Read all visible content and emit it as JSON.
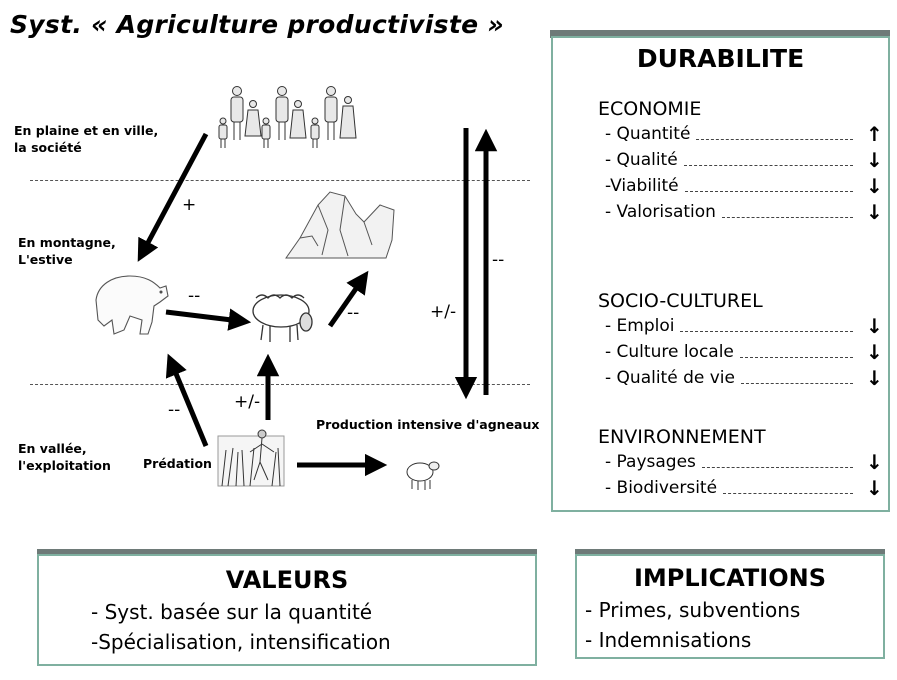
{
  "title": "Syst. « Agriculture productiviste »",
  "diagram": {
    "zones": {
      "plaine": [
        "En plaine et en ville,",
        "la société"
      ],
      "montagne": [
        "En montagne,",
        "L'estive"
      ],
      "vallee": [
        "En vallée,",
        "l'exploitation"
      ]
    },
    "predation": "Prédation",
    "production": "Production intensive d'agneaux",
    "signs": {
      "plus": "+",
      "minus_bear_sheep": "--",
      "minus_sheep_mountain": "--",
      "minus_predation": "--",
      "plusminus_farmer": "+/-",
      "plusminus_vertical": "+/-",
      "minus_vertical": "--"
    }
  },
  "durabilite": {
    "title": "DURABILITE",
    "sections": [
      {
        "heading": "ECONOMIE",
        "items": [
          {
            "label": "- Quantité",
            "trend": "↑"
          },
          {
            "label": "- Qualité",
            "trend": "↓"
          },
          {
            "label": "-Viabilité",
            "trend": "↓"
          },
          {
            "label": "- Valorisation",
            "trend": "↓"
          }
        ]
      },
      {
        "heading": "SOCIO-CULTUREL",
        "items": [
          {
            "label": "- Emploi",
            "trend": "↓"
          },
          {
            "label": "- Culture locale",
            "trend": "↓"
          },
          {
            "label": "- Qualité de vie",
            "trend": "↓"
          }
        ]
      },
      {
        "heading": "ENVIRONNEMENT",
        "items": [
          {
            "label": "- Paysages",
            "trend": "↓"
          },
          {
            "label": "- Biodiversité",
            "trend": "↓"
          }
        ]
      }
    ]
  },
  "valeurs": {
    "title": "VALEURS",
    "lines": [
      "- Syst. basée sur la quantité",
      "-Spécialisation, intensification"
    ]
  },
  "implications": {
    "title": "IMPLICATIONS",
    "lines": [
      "- Primes, subventions",
      "- Indemnisations"
    ]
  }
}
